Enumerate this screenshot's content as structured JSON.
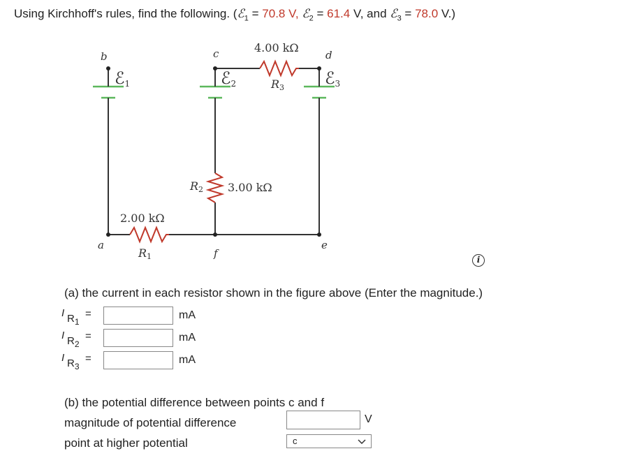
{
  "header": {
    "prefix": "Using Kirchhoff's rules, find the following. (",
    "emf_symbol": "ℰ",
    "emf1_sub": "1",
    "emf1_val": "70.8",
    "emf2_sub": "2",
    "emf2_val": "61.4",
    "emf3_sub": "3",
    "emf3_val": "78.0",
    "eq": " = ",
    "unit_v": " V,",
    "and_text": " V, and ",
    "suffix": " V.)"
  },
  "figure": {
    "point_a": "a",
    "point_b": "b",
    "point_c": "c",
    "point_d": "d",
    "point_e": "e",
    "point_f": "f",
    "emf1_label": "ℰ",
    "emf1_sub": "1",
    "emf2_label": "ℰ",
    "emf2_sub": "2",
    "emf3_label": "ℰ",
    "emf3_sub": "3",
    "r1_label": "R",
    "r1_sub": "1",
    "r1_value": "2.00 kΩ",
    "r2_label": "R",
    "r2_sub": "2",
    "r2_value": "3.00 kΩ",
    "r3_label": "R",
    "r3_sub": "3",
    "r3_value": "4.00 kΩ"
  },
  "info_icon": "i",
  "part_a": {
    "prompt": "(a) the current in each resistor shown in the figure above (Enter the magnitude.)",
    "rows": [
      {
        "I": "I",
        "R": "R",
        "sub": "1",
        "eq": "=",
        "value": "",
        "unit": "mA"
      },
      {
        "I": "I",
        "R": "R",
        "sub": "2",
        "eq": "=",
        "value": "",
        "unit": "mA"
      },
      {
        "I": "I",
        "R": "R",
        "sub": "3",
        "eq": "=",
        "value": "",
        "unit": "mA"
      }
    ]
  },
  "part_b": {
    "prompt": "(b) the potential difference between points c and f",
    "magnitude_label": "magnitude of potential difference",
    "magnitude_value": "",
    "magnitude_unit": "V",
    "higher_label": "point at higher potential",
    "higher_selected": "c"
  }
}
